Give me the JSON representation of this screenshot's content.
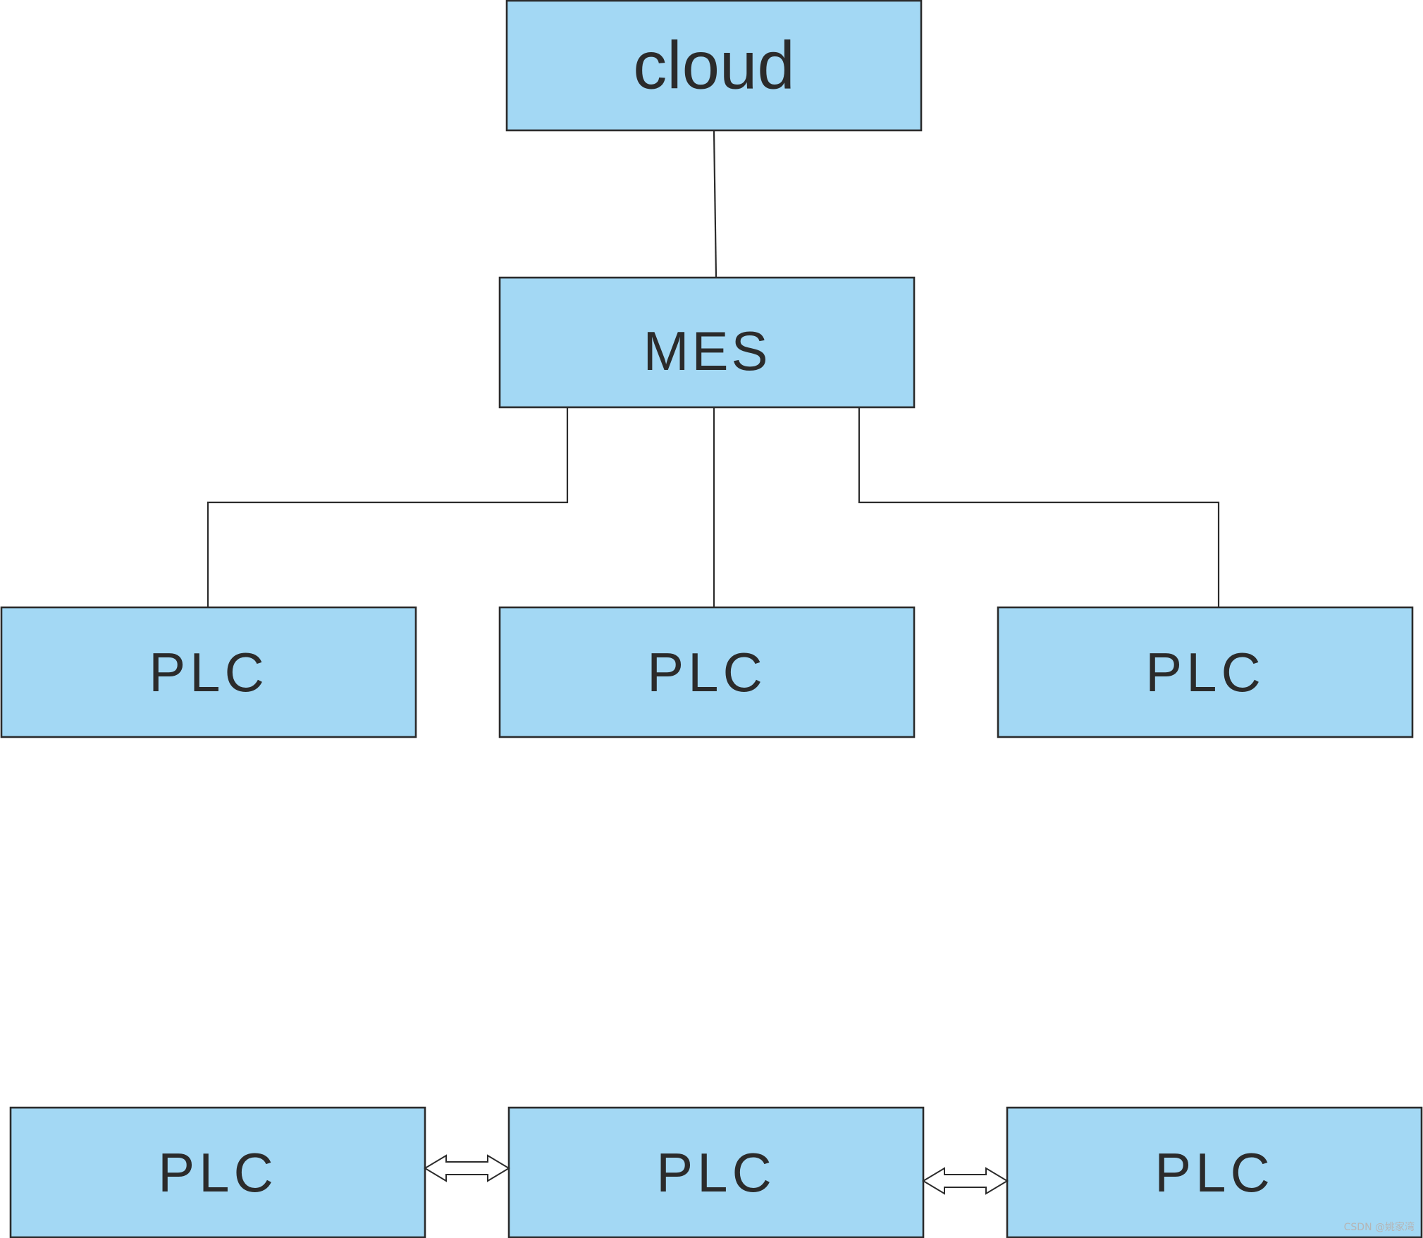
{
  "colors": {
    "node_fill": "#a3d8f4",
    "node_stroke": "#2b2b2b",
    "connector": "#2b2b2b",
    "text": "#2b2b2b"
  },
  "hierarchy": {
    "top": {
      "label": "cloud"
    },
    "middle": {
      "label": "MES"
    },
    "bottom": [
      {
        "label": "PLC"
      },
      {
        "label": "PLC"
      },
      {
        "label": "PLC"
      }
    ]
  },
  "peer_chain": {
    "nodes": [
      {
        "label": "PLC"
      },
      {
        "label": "PLC"
      },
      {
        "label": "PLC"
      }
    ],
    "links": [
      {
        "type": "bidirectional"
      },
      {
        "type": "bidirectional"
      }
    ]
  },
  "watermark": "CSDN @姚家湾"
}
